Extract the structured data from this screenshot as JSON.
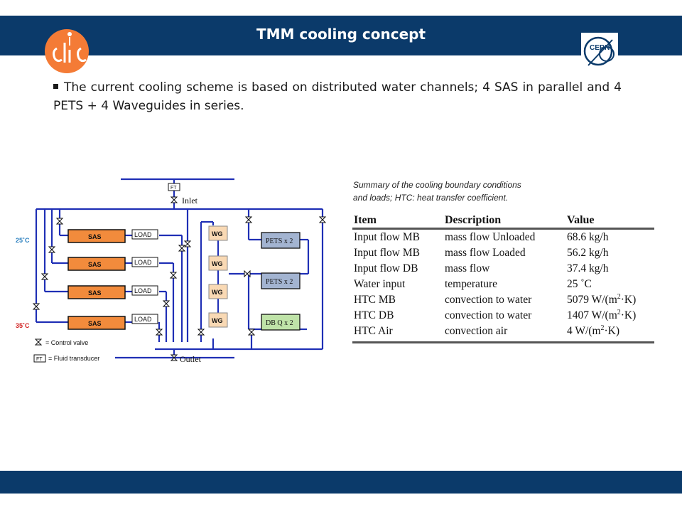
{
  "header": {
    "title": "TMM cooling concept",
    "left_logo": "CLIC",
    "right_logo": "CERN"
  },
  "bullet": {
    "text": "The current cooling scheme is based on distributed water channels; 4 SAS in parallel and 4 PETS + 4 Waveguides in series."
  },
  "diagram": {
    "ft_label": "FT",
    "inlet_label": "Inlet",
    "outlet_label": "Outlet",
    "temp_top": "25˚C",
    "temp_bottom": "35˚C",
    "sas_label": "SAS",
    "load_label": "LOAD",
    "wg_label": "WG",
    "pets_label": "PETS x 2",
    "dbq_label": "DB Q x 2",
    "legend_valve": "= Control valve",
    "legend_ft": "= Fluid transducer",
    "colors": {
      "pipe": "#1f2fb5",
      "sas": "#f28b3c",
      "wg": "#f9d9b4",
      "pets": "#a3b4d1",
      "dbq": "#bfe3a8"
    }
  },
  "caption": {
    "line1": "Summary of the cooling boundary conditions",
    "line2": "and loads; HTC: heat transfer coefficient."
  },
  "table": {
    "headers": [
      "Item",
      "Description",
      "Value"
    ],
    "rows": [
      {
        "item": "Input flow MB",
        "description": "mass flow Unloaded",
        "value": "68.6 kg/h"
      },
      {
        "item": "Input flow MB",
        "description": "mass flow Loaded",
        "value": "56.2 kg/h"
      },
      {
        "item": "Input flow DB",
        "description": "mass flow",
        "value": "37.4 kg/h"
      },
      {
        "item": "Water input",
        "description": "temperature",
        "value": "25 ˚C"
      },
      {
        "item": "HTC MB",
        "description": "convection to water",
        "value": "5079 W/(m",
        "sup": "2",
        "tail": "·K)"
      },
      {
        "item": "HTC DB",
        "description": "convection to water",
        "value": "1407 W/(m",
        "sup": "2",
        "tail": "·K)"
      },
      {
        "item": "HTC Air",
        "description": "convection air",
        "value": "4 W/(m",
        "sup": "2",
        "tail": "·K)"
      }
    ]
  }
}
